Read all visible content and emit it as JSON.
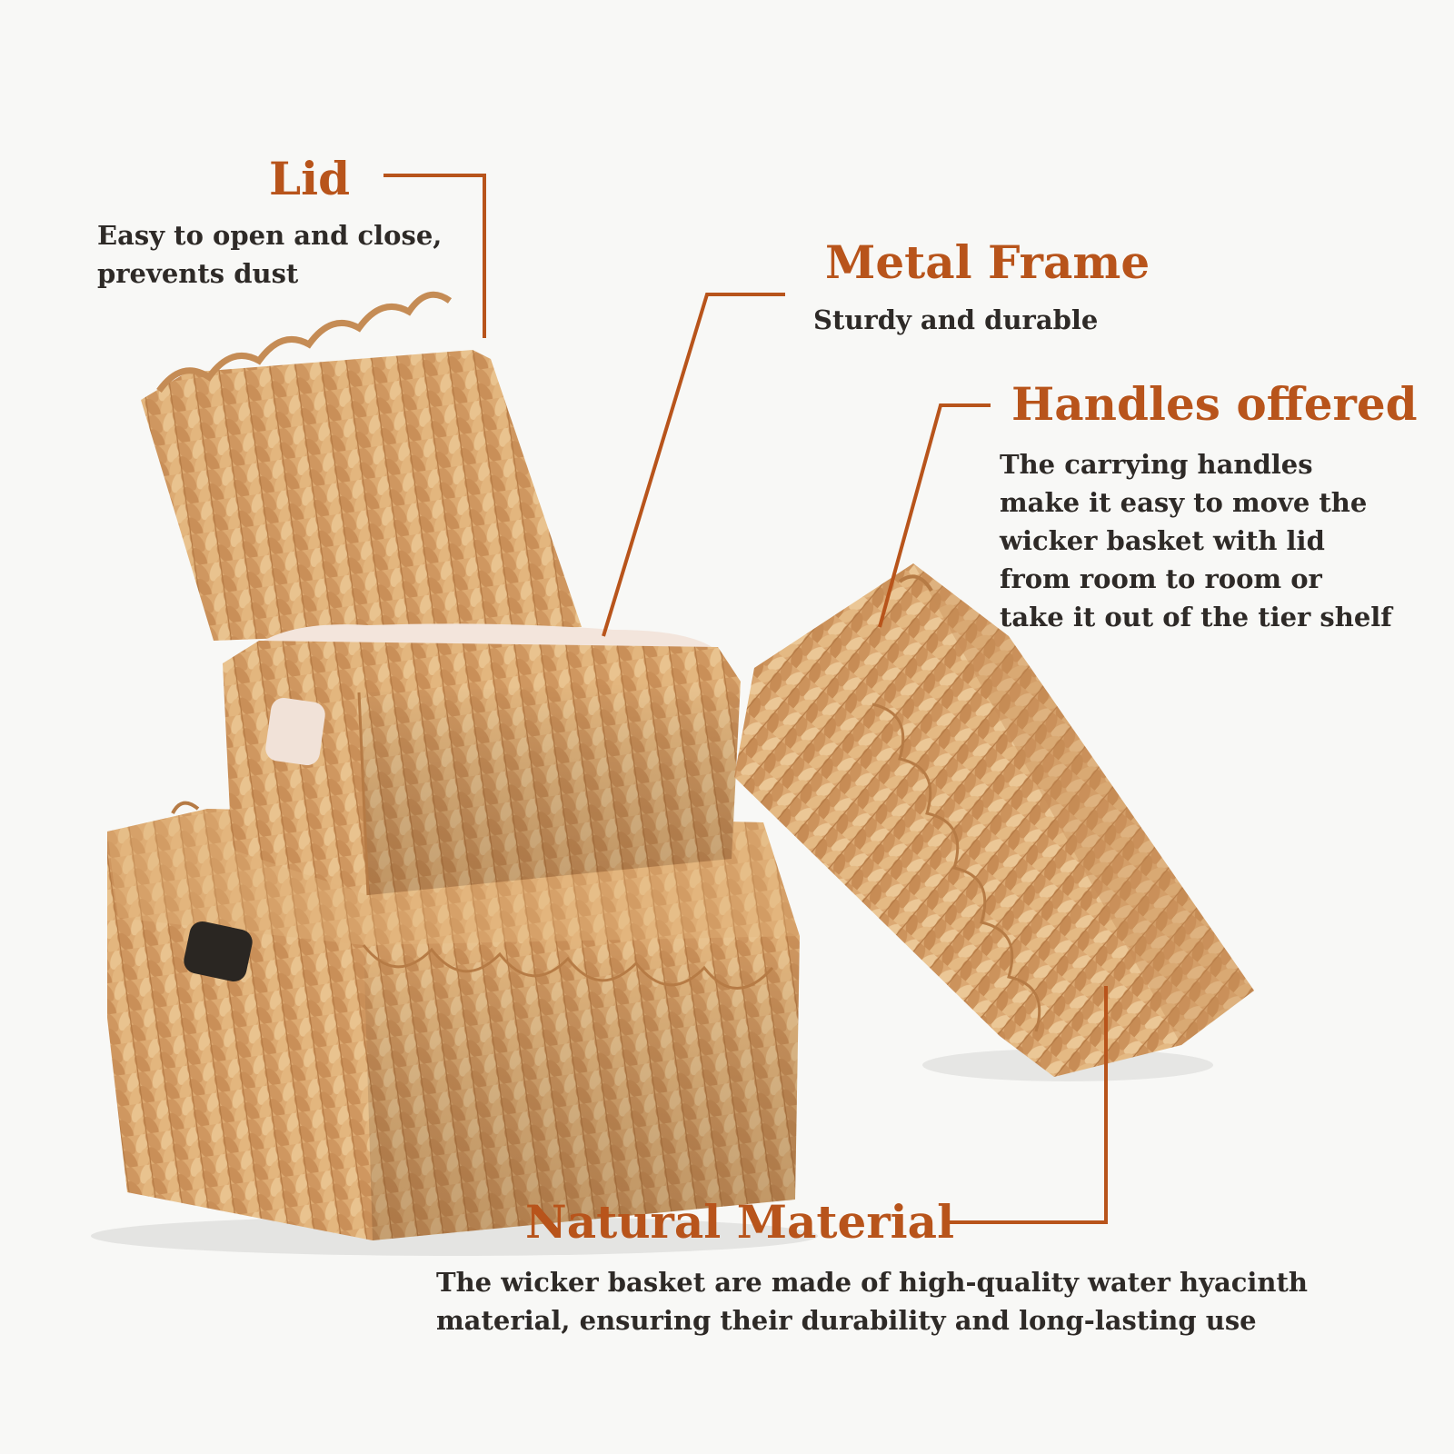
{
  "colors": {
    "accent": "#b8541b",
    "text": "#2e2a27",
    "background": "#f8f8f6",
    "wicker": "#d9a66e"
  },
  "callouts": {
    "lid": {
      "title": "Lid",
      "lines": [
        "Easy to open and close,",
        "prevents dust"
      ]
    },
    "metal_frame": {
      "title": "Metal Frame",
      "lines": [
        "Sturdy and durable"
      ]
    },
    "handles": {
      "title": "Handles offered",
      "lines": [
        "The carrying handles",
        "make it easy to move the",
        "wicker basket with lid",
        "from room to room or",
        "take it out of the tier shelf"
      ]
    },
    "natural_material": {
      "title": "Natural Material",
      "lines": [
        "The wicker basket are made of high-quality water hyacinth",
        "material, ensuring their durability and long-lasting use"
      ]
    }
  }
}
